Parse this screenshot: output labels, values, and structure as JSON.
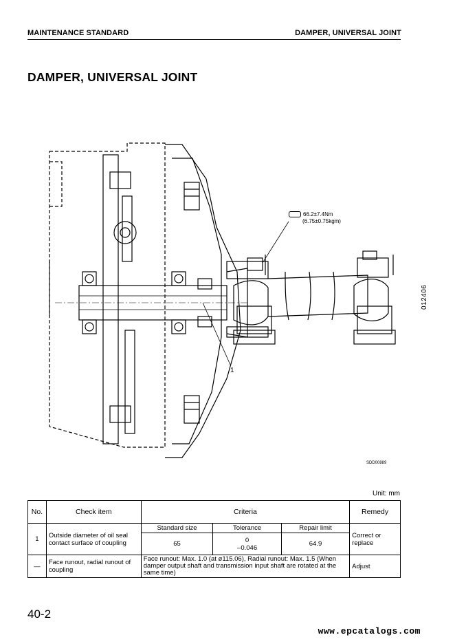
{
  "header": {
    "left": "MAINTENANCE STANDARD",
    "right": "DAMPER, UNIVERSAL JOINT"
  },
  "title": "DAMPER, UNIVERSAL JOINT",
  "figure": {
    "code": "012406",
    "ref": "SDD00889",
    "torque_icon": "wrench-icon",
    "torque_line1": "66.2±7.4Nm",
    "torque_line2": "(6.75±0.75kgm)",
    "part_number": "1"
  },
  "unit": "Unit: mm",
  "table": {
    "headers": {
      "no": "No.",
      "check_item": "Check item",
      "criteria": "Criteria",
      "remedy": "Remedy"
    },
    "row1": {
      "no": "1",
      "item": "Outside diameter of oil seal contact surface of coupling",
      "standard_size_h": "Standard size",
      "tolerance_h": "Tolerance",
      "repair_limit_h": "Repair limit",
      "standard_size": "65",
      "tolerance_upper": "0",
      "tolerance_lower": "–0.046",
      "repair_limit": "64.9",
      "remedy": "Correct or replace"
    },
    "row2": {
      "no": "—",
      "item": "Face runout, radial runout of coupling",
      "criteria": "Face runout: Max. 1.0 (at ø115.06), Radial runout: Max. 1.5 (When damper output shaft and transmission input shaft are rotated at the same time)",
      "remedy": "Adjust"
    }
  },
  "page_number": "40-2",
  "watermark": "www.epcatalogs.com"
}
